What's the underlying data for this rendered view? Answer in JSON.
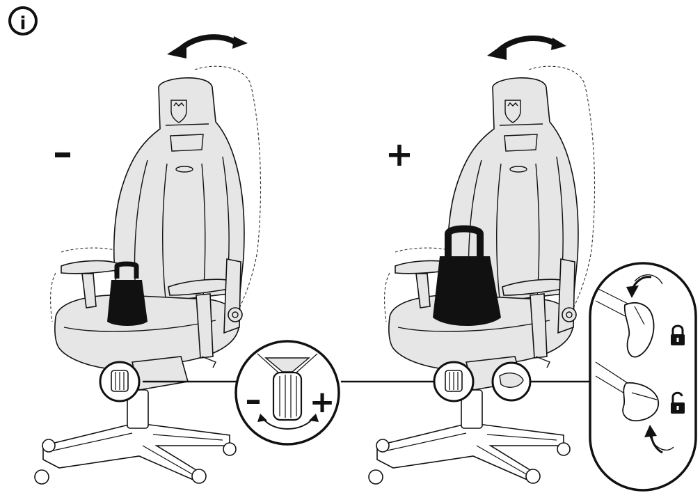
{
  "info_symbol": "i",
  "left_panel": {
    "sign": "–",
    "weight": "small"
  },
  "right_panel": {
    "sign": "+",
    "weight": "large"
  },
  "knob_detail": {
    "minus": "–",
    "plus": "+"
  },
  "lock_detail": {
    "locked_icon": "lock-closed-icon",
    "unlocked_icon": "lock-open-icon"
  },
  "colors": {
    "chair": "#e6e6e6",
    "outline": "#111111",
    "background": "#ffffff"
  }
}
